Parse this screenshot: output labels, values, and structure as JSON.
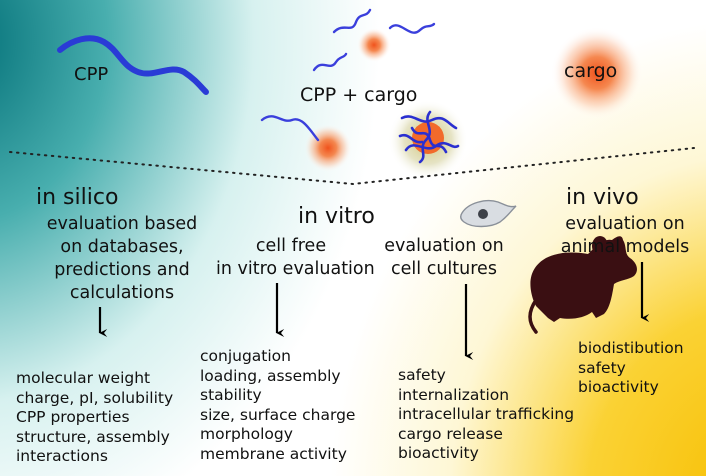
{
  "top": {
    "cpp_label": "CPP",
    "combo_label": "CPP + cargo",
    "cargo_label": "cargo"
  },
  "sections": {
    "in_silico": {
      "title": "in silico",
      "subtitle": [
        "evaluation based",
        "on databases,",
        "predictions and",
        "calculations"
      ],
      "items": [
        "molecular weight",
        "charge, pI, solubility",
        "CPP properties",
        "structure, assembly",
        "interactions"
      ]
    },
    "in_vitro": {
      "title": "in vitro",
      "cell_free": {
        "subtitle": [
          "cell free",
          "in vitro evaluation"
        ],
        "items": [
          "conjugation",
          "loading, assembly",
          "stability",
          "size, surface charge",
          "morphology",
          "membrane activity"
        ]
      },
      "cell_cultures": {
        "subtitle": [
          "evaluation on",
          "cell cultures"
        ],
        "items": [
          "safety",
          "internalization",
          "intracellular trafficking",
          "cargo release",
          "bioactivity"
        ]
      }
    },
    "in_vivo": {
      "title": "in vivo",
      "subtitle": [
        "evaluation on",
        "animal models"
      ],
      "items": [
        "biodistibution",
        "safety",
        "bioactivity"
      ]
    }
  },
  "colors": {
    "peptide": "#2a3bd6",
    "cargo": "#f26a2a",
    "teal": "#0a7a80",
    "gold": "#f5b800",
    "mouse": "#3a0f12"
  }
}
